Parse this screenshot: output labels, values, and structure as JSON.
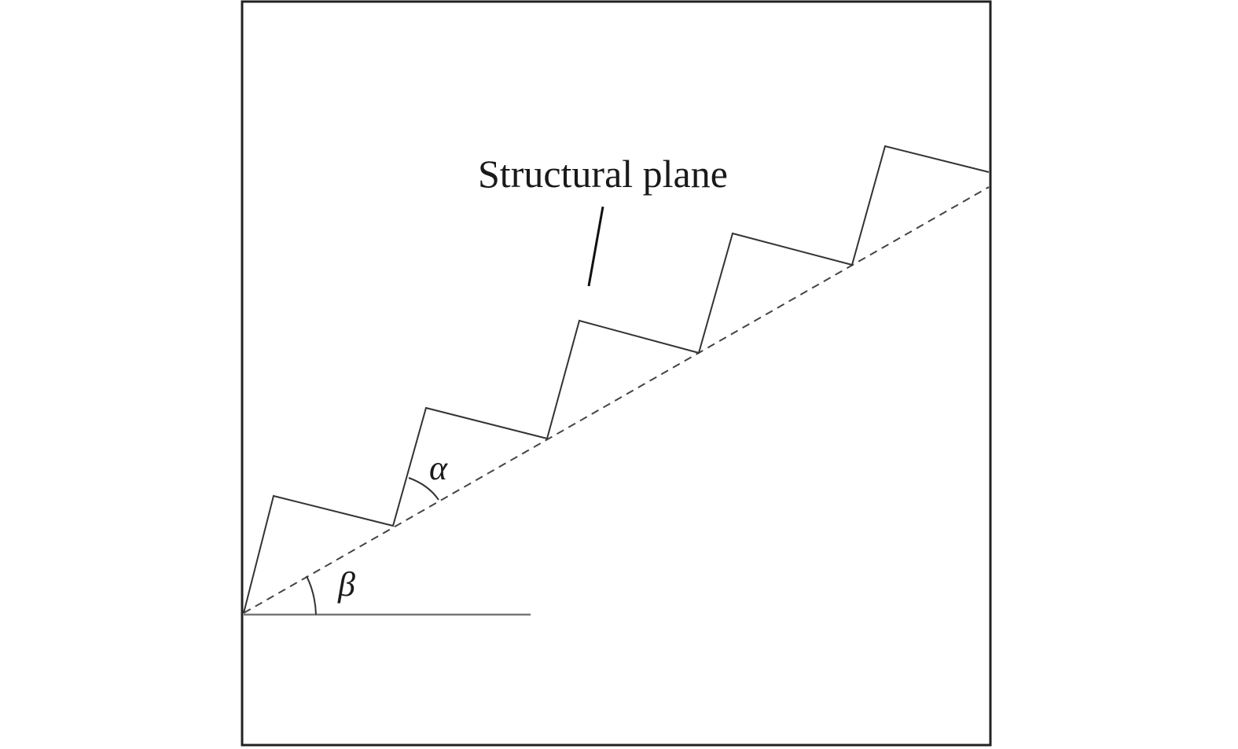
{
  "labels": {
    "structural_plane": "Structural plane",
    "alpha": "α",
    "beta": "β"
  },
  "colors": {
    "stroke": "#333333",
    "frame": "#222222",
    "baseline": "#777777",
    "text": "#1a1a1a"
  }
}
